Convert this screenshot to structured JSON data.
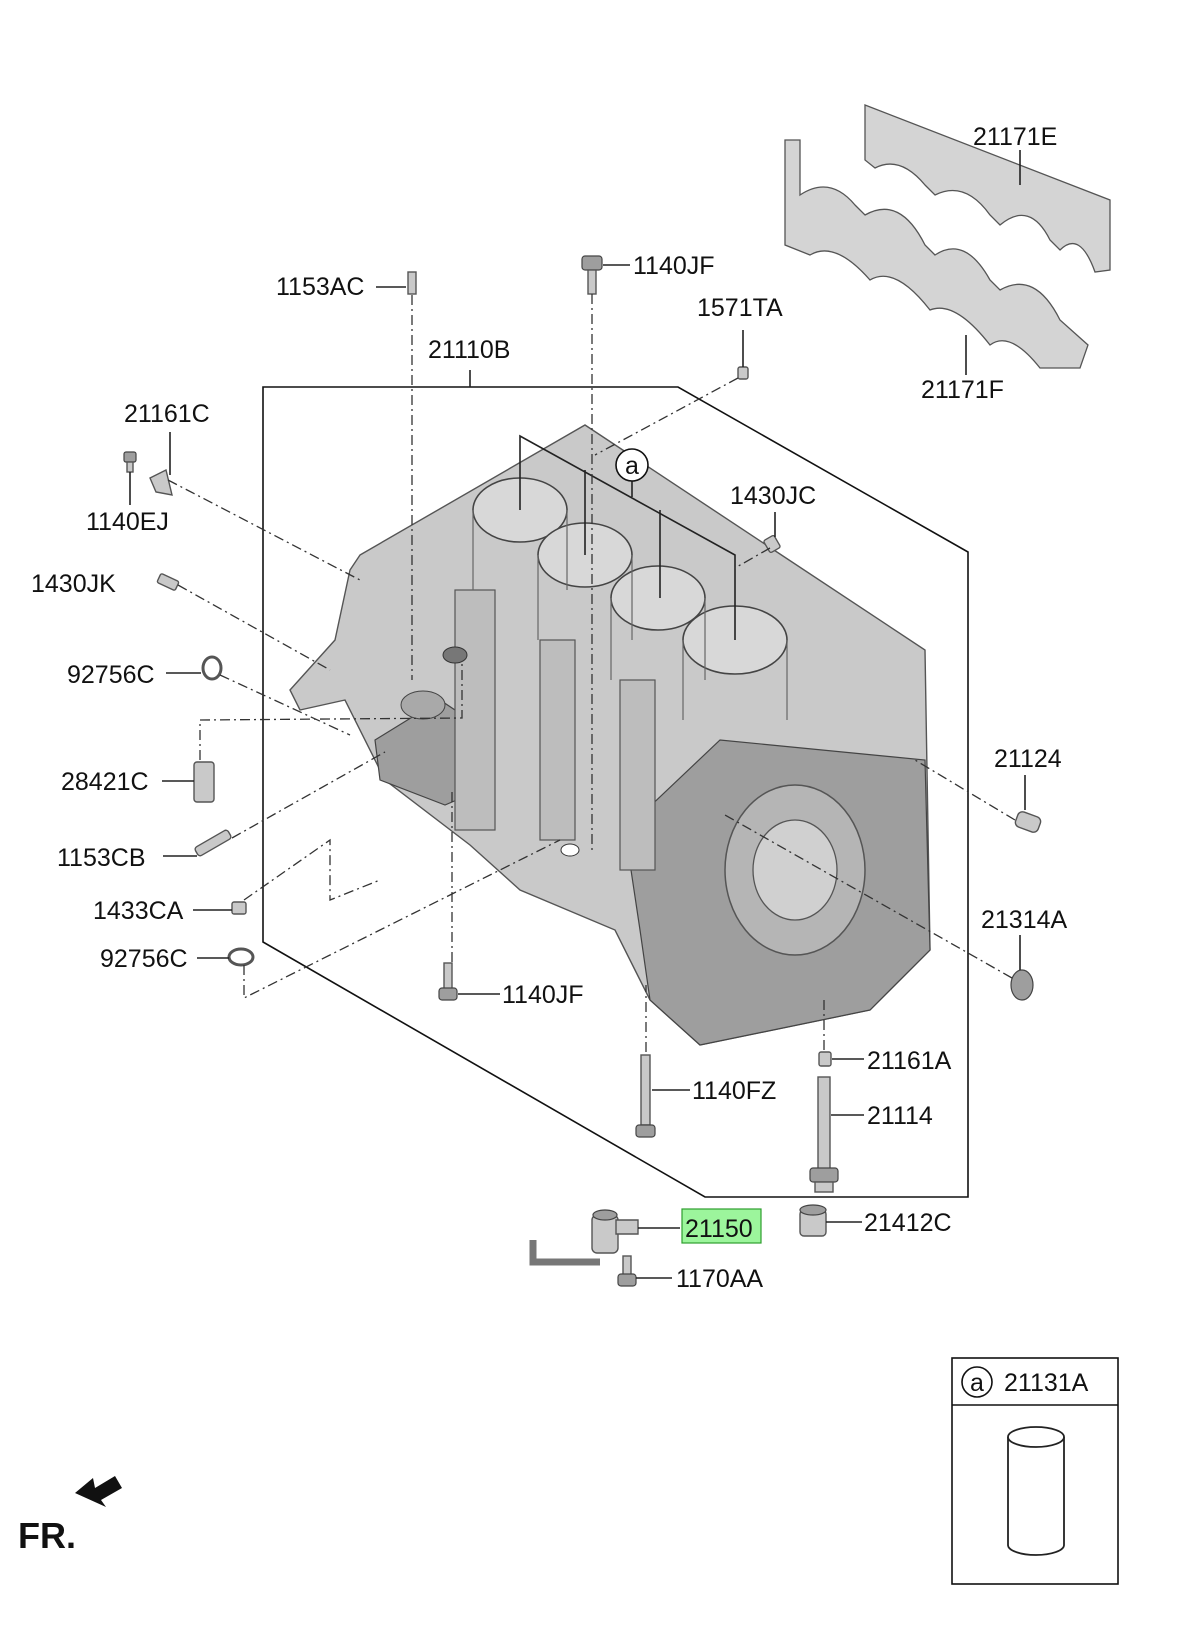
{
  "labels": {
    "p1153AC": "1153AC",
    "p1140JF_top": "1140JF",
    "p1571TA": "1571TA",
    "p21110B": "21110B",
    "p21161C": "21161C",
    "p1140EJ": "1140EJ",
    "p1430JC": "1430JC",
    "p1430JK": "1430JK",
    "p92756C_top": "92756C",
    "p28421C": "28421C",
    "p1153CB": "1153CB",
    "p1433CA": "1433CA",
    "p92756C_bottom": "92756C",
    "p1140JF_bottom": "1140JF",
    "p1140FZ": "1140FZ",
    "p21161A": "21161A",
    "p21114": "21114",
    "p21124": "21124",
    "p21314A": "21314A",
    "p21171E": "21171E",
    "p21171F": "21171F",
    "p21150": "21150",
    "p21412C": "21412C",
    "p1170AA": "1170AA",
    "callout_a": "a",
    "legend_a": "a",
    "legend_part": "21131A",
    "direction": "FR."
  },
  "highlight_color": "#9cf59c"
}
